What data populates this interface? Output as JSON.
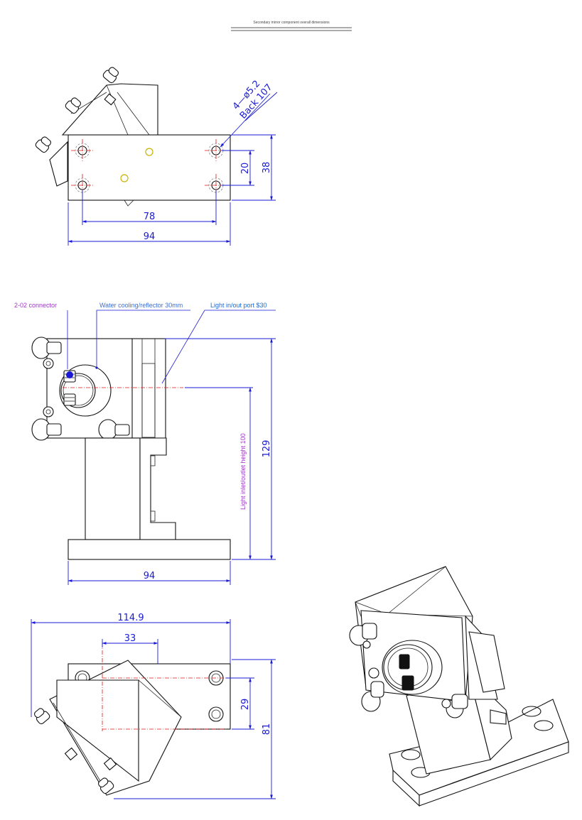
{
  "title": "Secondary mirror component overall dimensions",
  "top_view": {
    "hole_callout_line1": "4—ø5.2",
    "hole_callout_line2": "Back 107",
    "dim_hole_spacing_h": "78",
    "dim_width": "94",
    "dim_hole_spacing_v": "20",
    "dim_height": "38"
  },
  "front_view": {
    "label_connector": "2-02 connector",
    "label_cooling": "Water cooling/reflector 30mm",
    "label_port": "Light in/out port $30",
    "label_height": "Light inlet/outlet height 100",
    "dim_total_height": "129",
    "dim_base_width": "94"
  },
  "bottom_view": {
    "dim_overall": "114.9",
    "dim_offset": "33",
    "dim_small": "29",
    "dim_depth": "81"
  },
  "colors": {
    "dimension": "#1a1ad6",
    "centerline": "#e01818",
    "purple_note": "#a035c8",
    "blue_note": "#1a6ad6"
  }
}
